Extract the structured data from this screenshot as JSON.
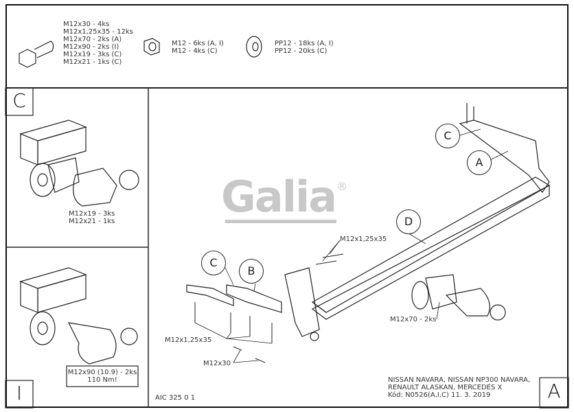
{
  "parts": {
    "bolts": [
      "M12x30 - 4ks",
      "M12x1,25x35 - 12ks",
      "M12x70 - 2ks (A)",
      "M12x90 - 2ks (I)",
      "M12x19 - 3ks (C)",
      "M12x21 - 1ks (C)"
    ],
    "nuts": [
      "M12 - 6ks (A, I)",
      "M12 - 4ks (C)"
    ],
    "washers": [
      "PP12 - 18ks (A, I)",
      "PP12 - 20ks (C)"
    ]
  },
  "panel_c": {
    "letter": "C",
    "labels": [
      "M12x19 - 3ks",
      "M12x21 - 1ks"
    ]
  },
  "panel_i": {
    "letter": "I",
    "labels": [
      "M12x90 (10.9) - 2ks",
      "110 Nm!"
    ]
  },
  "main": {
    "logo": "Galia",
    "logo_mark": "®",
    "callouts": {
      "c_top": "C",
      "a": "A",
      "d": "D",
      "c_left": "C",
      "b": "B"
    },
    "labels": {
      "bolt_top": "M12x1,25x35",
      "bolt_a": "M12x70 - 2ks",
      "bolt_left": "M12x1,25x35",
      "bolt_m30": "M12x30"
    },
    "drawing_no": "AIC 325 0 1",
    "vehicle_lines": [
      "NISSAN NAVARA, NISSAN NP300 NAVARA,",
      "RENAULT ALASKAN, MERCEDES X",
      "Kód: N0526(A,I,C)  11. 3. 2019"
    ],
    "variant": "A"
  }
}
